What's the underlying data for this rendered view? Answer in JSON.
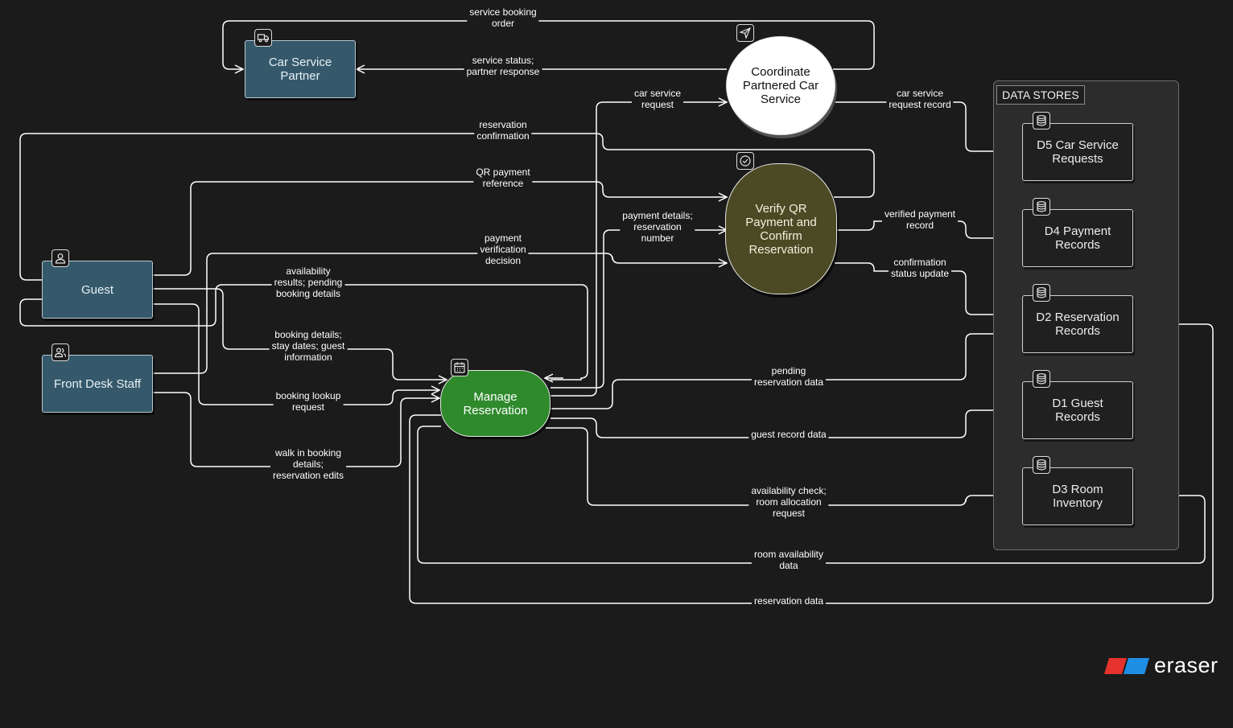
{
  "entities": {
    "car_partner": "Car Service\nPartner",
    "guest": "Guest",
    "front_desk": "Front Desk Staff"
  },
  "processes": {
    "coordinate": "Coordinate\nPartnered Car\nService",
    "verify": "Verify QR\nPayment and\nConfirm\nReservation",
    "manage": "Manage\nReservation"
  },
  "data_stores": {
    "title": "DATA STORES",
    "d5": "D5 Car Service\nRequests",
    "d4": "D4 Payment\nRecords",
    "d2": "D2 Reservation\nRecords",
    "d1": "D1 Guest\nRecords",
    "d3": "D3 Room\nInventory"
  },
  "flows": {
    "service_booking_order": "service booking\norder",
    "service_status": "service status;\npartner response",
    "car_service_request": "car service\nrequest",
    "car_service_request_record": "car service\nrequest record",
    "reservation_confirmation": "reservation\nconfirmation",
    "qr_payment_reference": "QR payment\nreference",
    "payment_details": "payment details;\nreservation\nnumber",
    "verified_payment_record": "verified payment\nrecord",
    "payment_verification_decision": "payment\nverification\ndecision",
    "confirmation_status_update": "confirmation\nstatus update",
    "availability_results": "availability\nresults; pending\nbooking details",
    "booking_details": "booking details;\nstay dates; guest\ninformation",
    "booking_lookup_request": "booking lookup\nrequest",
    "walk_in_booking": "walk in booking\ndetails;\nreservation edits",
    "pending_reservation_data": "pending\nreservation data",
    "guest_record_data": "guest record data",
    "availability_check": "availability check;\nroom allocation\nrequest",
    "room_availability_data": "room availability\ndata",
    "reservation_data": "reservation data"
  },
  "icons": {
    "car_partner": "truck-icon",
    "coordinate": "send-icon",
    "verify": "check-circle-icon",
    "guest": "user-icon",
    "front_desk": "users-icon",
    "manage": "calendar-icon",
    "stores": "database-icon"
  },
  "colors": {
    "background": "#1b1b1b",
    "entity": "#35596b",
    "coordinate_process": "#ffffff",
    "verify_process": "#4c4a24",
    "manage_process": "#2f8a2c",
    "store_group": "#2c2c2c"
  },
  "brand": "eraser"
}
